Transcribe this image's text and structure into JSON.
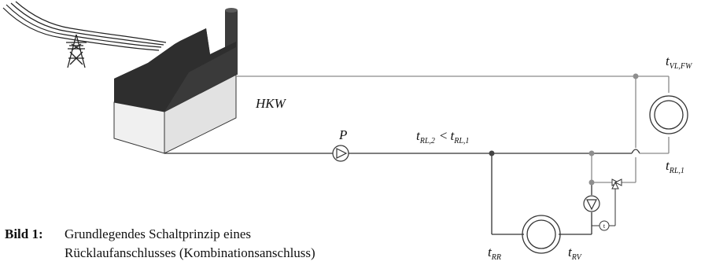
{
  "diagram": {
    "labels": {
      "plant": "HKW",
      "pump": "P",
      "return_compare": {
        "t": "t",
        "sub1": "RL,2",
        "lt": "<",
        "t2": "t",
        "sub2": "RL,1"
      },
      "supply_fw": {
        "t": "t",
        "sub": "VL,FW"
      },
      "return_rl1": {
        "t": "t",
        "sub": "RL,1"
      },
      "t_rr": {
        "t": "t",
        "sub": "RR"
      },
      "t_rv": {
        "t": "t",
        "sub": "RV"
      },
      "temp_sensor": "t"
    },
    "colors": {
      "roof": "#3a3a3a",
      "wall": "#f0f0f0",
      "chimney": "#3c3c3c",
      "line_gray": "#8a8a8a",
      "line_dark": "#333333",
      "node_dark": "#444444",
      "node_gray": "#8e8e8e"
    }
  },
  "caption": {
    "number": "Bild 1:",
    "line1": "Grundlegendes Schaltprinzip eines",
    "line2": "Rücklaufanschlusses (Kombinationsanschluss)"
  }
}
